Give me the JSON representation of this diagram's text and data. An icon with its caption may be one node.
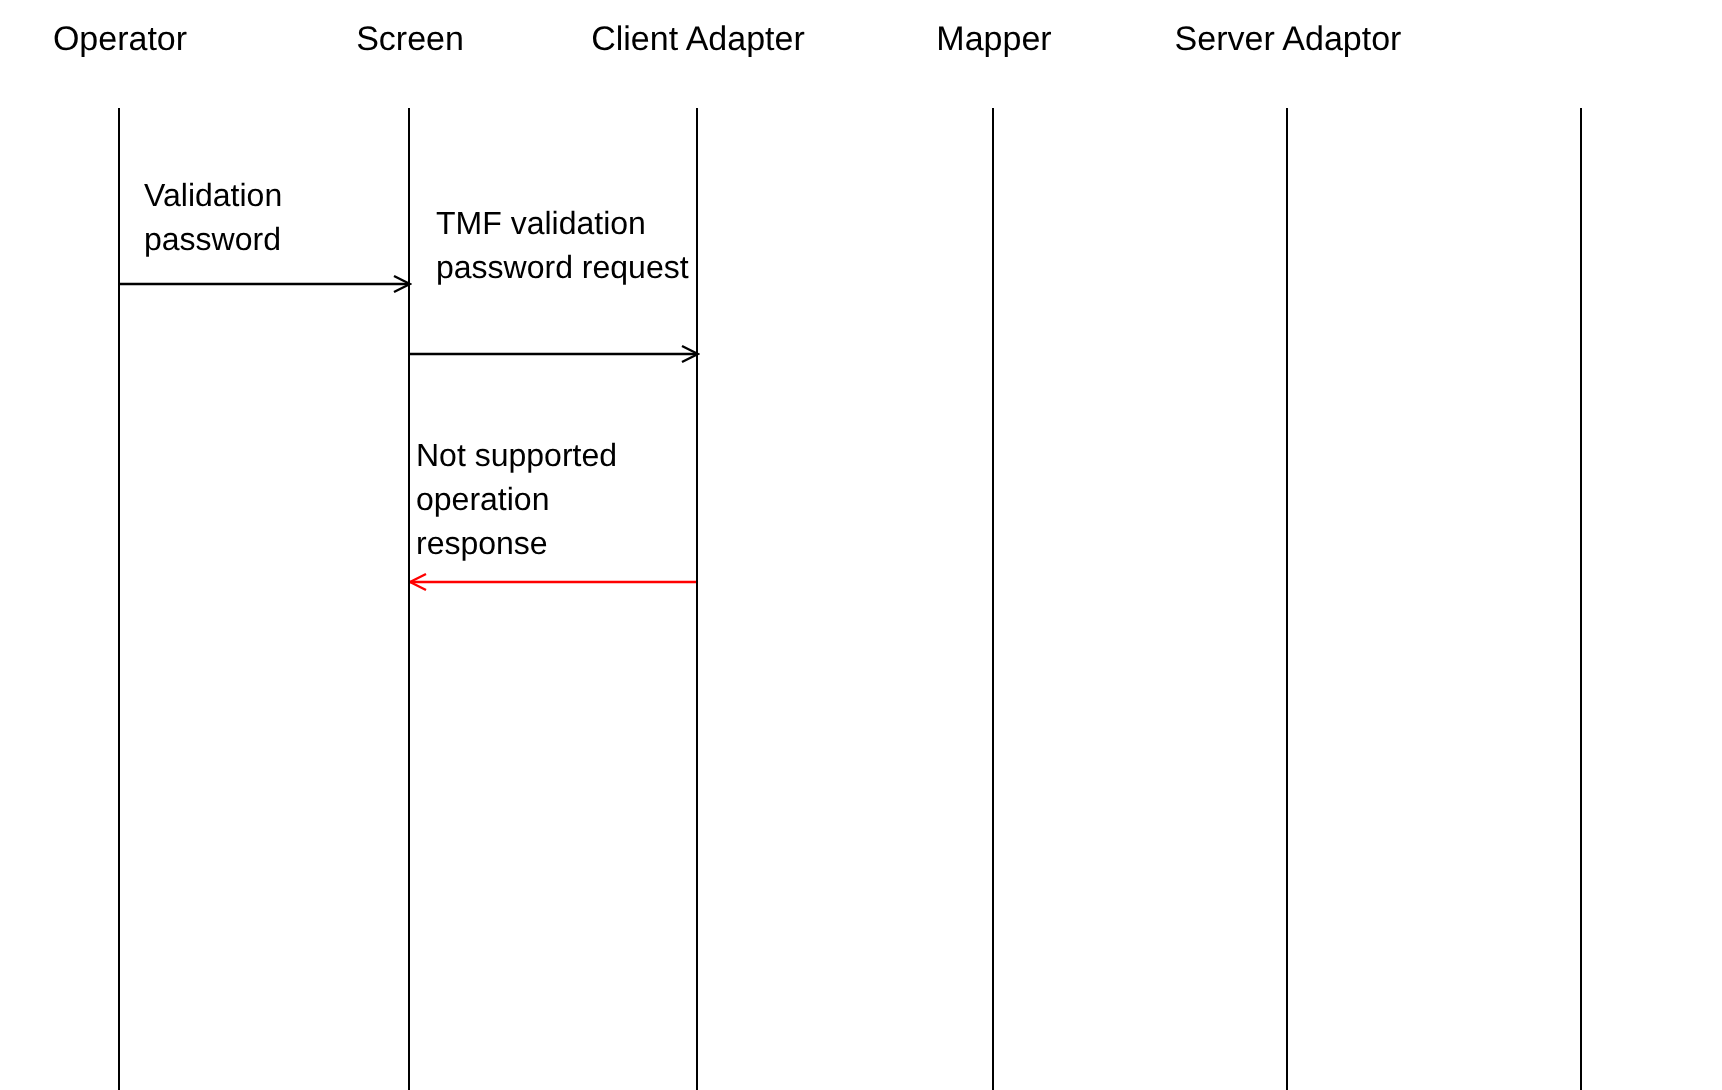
{
  "diagram": {
    "nodes": [
      {
        "text": [
          "Operator"
        ]
      },
      {
        "text": [
          "Screen"
        ]
      },
      {
        "text": [
          "Client Adapter"
        ]
      },
      {
        "text": [
          "Mapper"
        ]
      },
      {
        "text": [
          "Server Adaptor"
        ]
      },
      {
        "text": [],
        "shape": "bar"
      }
    ],
    "edges": [
      {
        "from": 0,
        "to": 1,
        "arrow": "to",
        "label": "Validation password"
      },
      {
        "from": 1,
        "to": 2,
        "arrow": "to",
        "label": "TMF validation password request"
      },
      {
        "from": 2,
        "to": 1,
        "arrow": "to",
        "label": "Not supported operation response",
        "color": "#ff0000"
      }
    ]
  }
}
